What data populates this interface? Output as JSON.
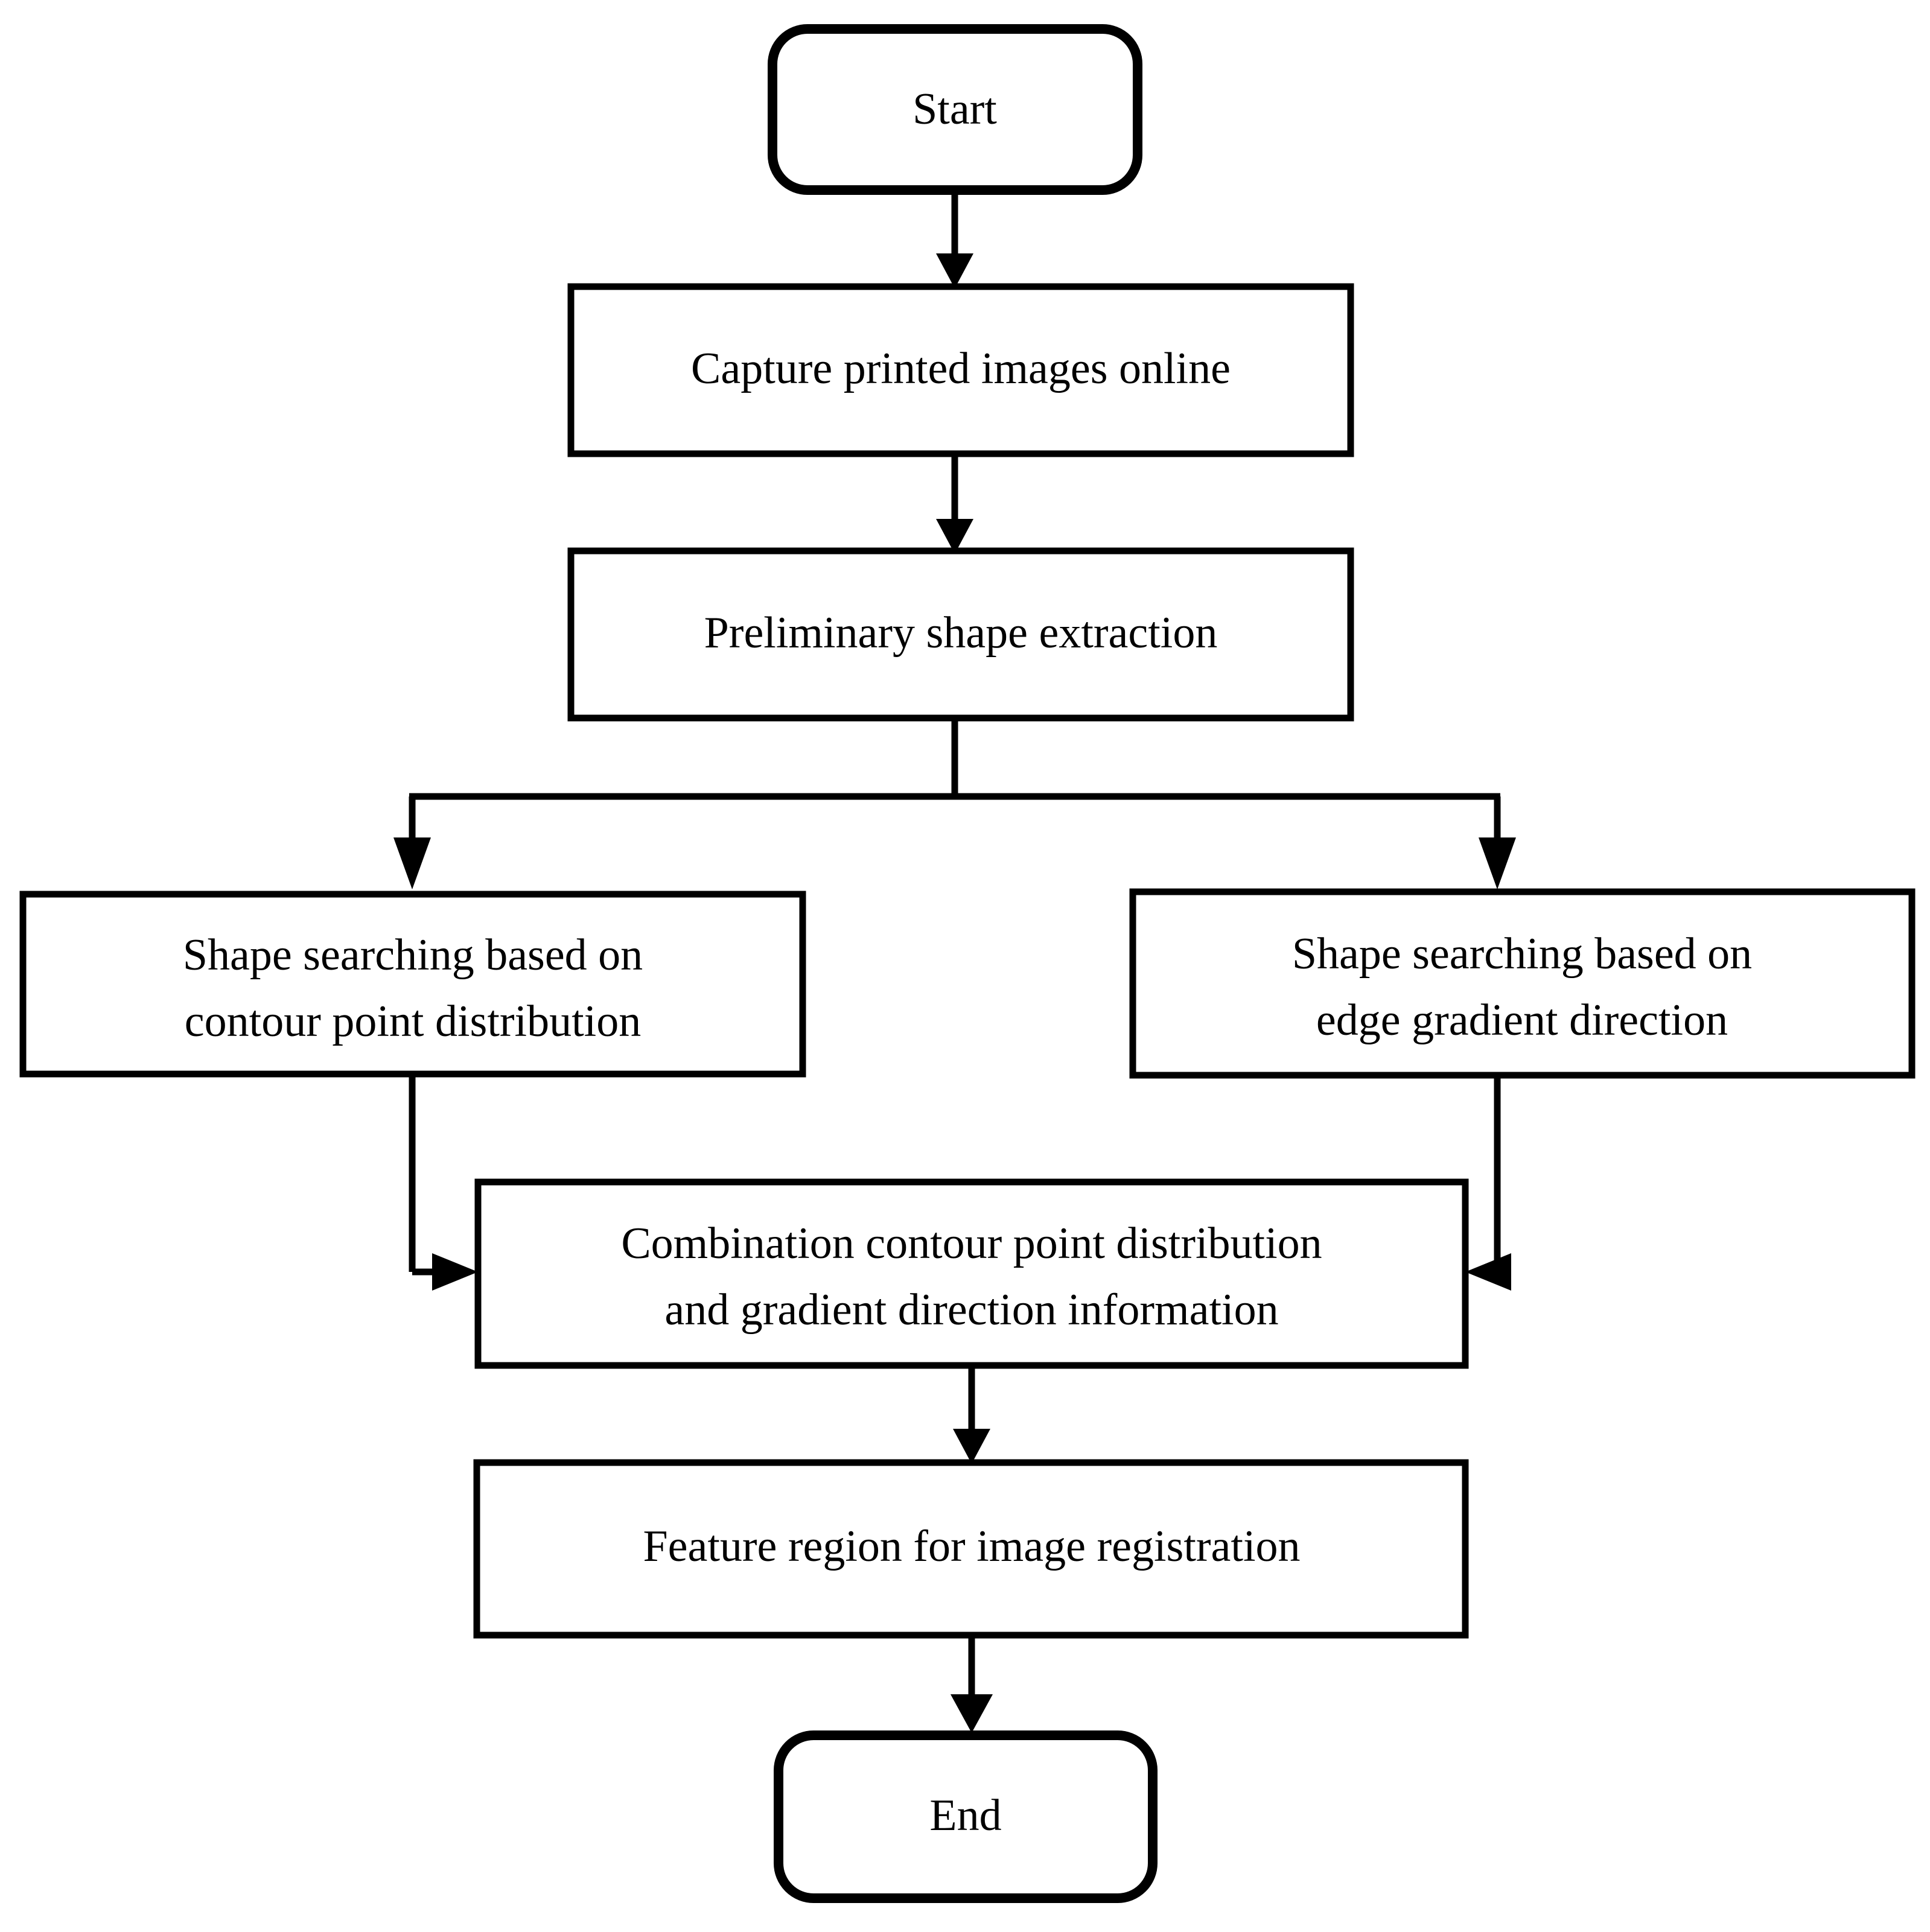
{
  "diagram": {
    "title": "Shape-based image registration flowchart",
    "type": "flowchart",
    "background_color": "#ffffff",
    "line_color": "#000000",
    "text_color": "#000000",
    "nodes": [
      {
        "id": "start",
        "shape": "terminator",
        "label": "Start",
        "lines": [
          "Start"
        ]
      },
      {
        "id": "capture",
        "shape": "process",
        "label": "Capture printed images online",
        "lines": [
          "Capture printed images online"
        ]
      },
      {
        "id": "preliminary",
        "shape": "process",
        "label": "Preliminary shape extraction",
        "lines": [
          "Preliminary shape extraction"
        ]
      },
      {
        "id": "shape-contour",
        "shape": "process",
        "label": "Shape searching based on contour point distribution",
        "lines": [
          "Shape searching based on",
          "contour point distribution"
        ]
      },
      {
        "id": "shape-gradient",
        "shape": "process",
        "label": "Shape searching based on edge gradient direction",
        "lines": [
          "Shape searching based on",
          "edge gradient direction"
        ]
      },
      {
        "id": "combination",
        "shape": "process",
        "label": "Combination contour point distribution and gradient direction information",
        "lines": [
          "Combination contour point distribution",
          "and gradient direction information"
        ]
      },
      {
        "id": "feature-region",
        "shape": "process",
        "label": "Feature region for image registration",
        "lines": [
          "Feature region for image registration"
        ]
      },
      {
        "id": "end",
        "shape": "terminator",
        "label": "End",
        "lines": [
          "End"
        ]
      }
    ],
    "edges": [
      {
        "from": "start",
        "to": "capture",
        "style": "straight-down",
        "arrow": true
      },
      {
        "from": "capture",
        "to": "preliminary",
        "style": "straight-down",
        "arrow": true
      },
      {
        "from": "preliminary",
        "to": "shape-contour",
        "style": "split-left",
        "arrow": true
      },
      {
        "from": "preliminary",
        "to": "shape-gradient",
        "style": "split-right",
        "arrow": true
      },
      {
        "from": "shape-contour",
        "to": "combination",
        "style": "down-then-right",
        "arrow": true
      },
      {
        "from": "shape-gradient",
        "to": "combination",
        "style": "down-then-left",
        "arrow": true
      },
      {
        "from": "combination",
        "to": "feature-region",
        "style": "straight-down",
        "arrow": true
      },
      {
        "from": "feature-region",
        "to": "end",
        "style": "straight-down",
        "arrow": true
      }
    ]
  }
}
